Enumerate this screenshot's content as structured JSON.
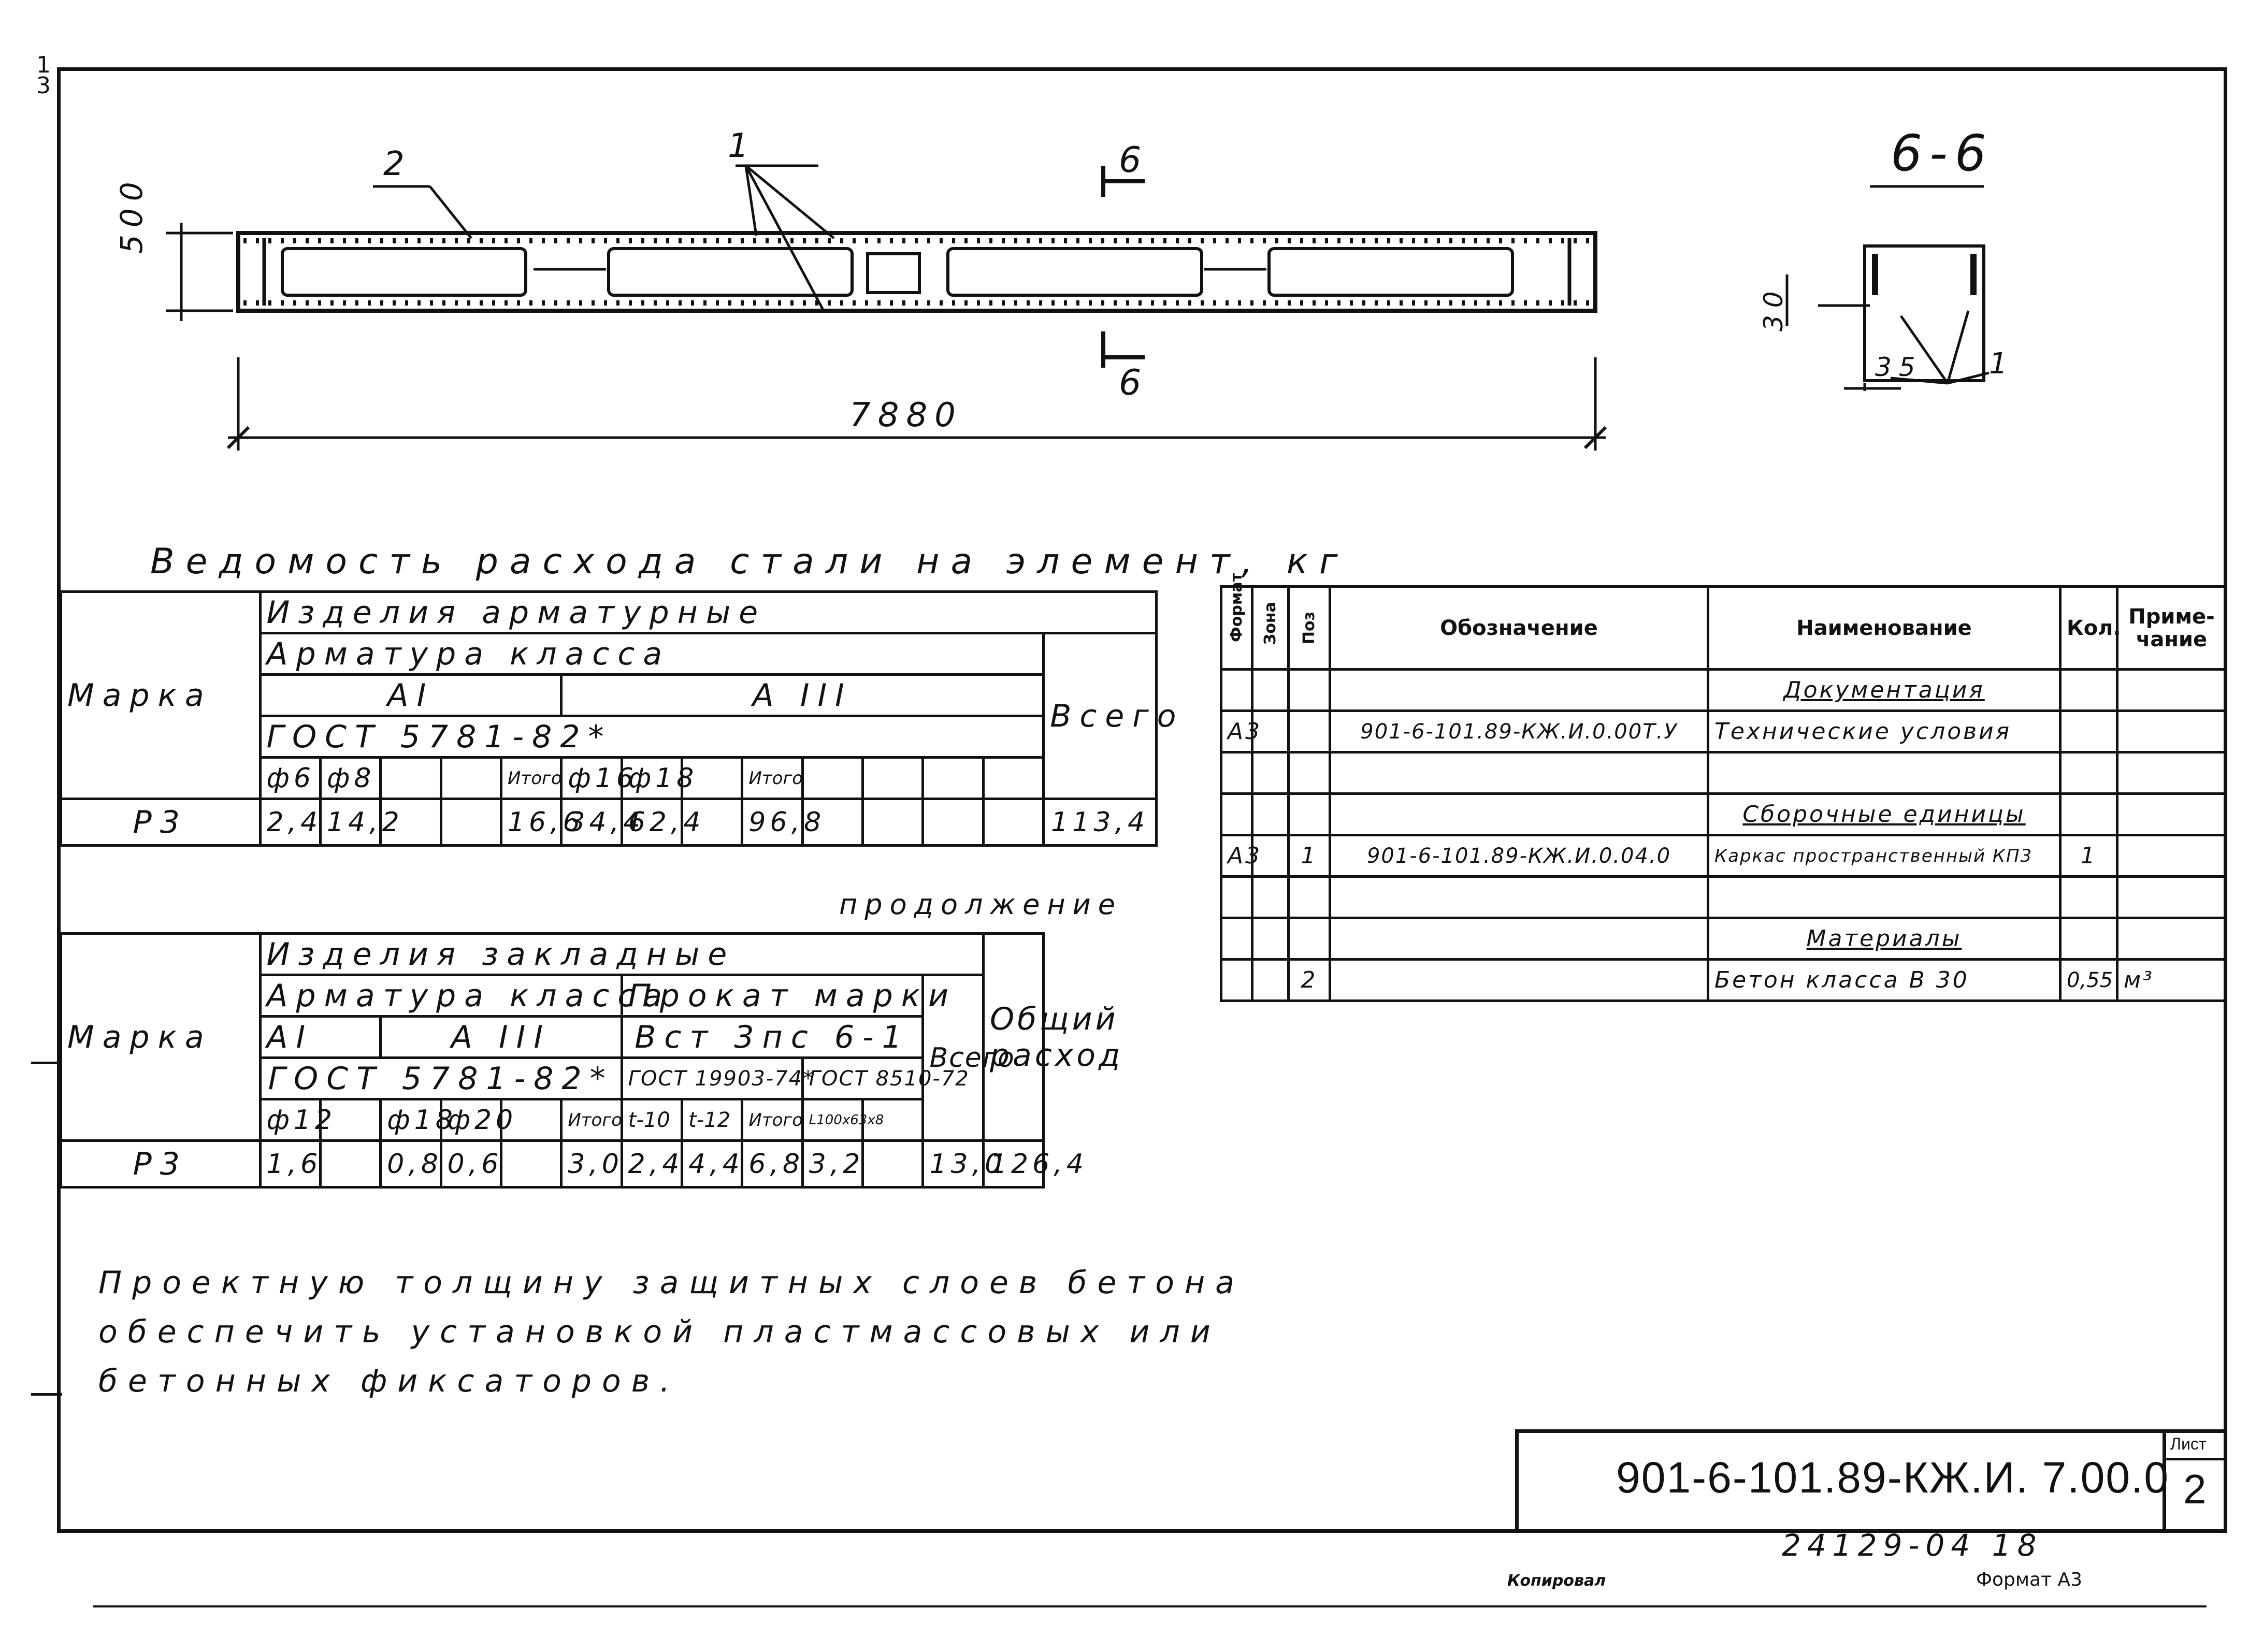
{
  "corner_marks": {
    "top": "1",
    "bottom": "3"
  },
  "drawing": {
    "callout_2": "2",
    "callout_1": "1",
    "section_mark_top": "6",
    "section_mark_bottom": "6",
    "dim_height": "500",
    "dim_length": "7880",
    "section_title": "6-6",
    "section_dim_30": "30",
    "section_dim_35": "35",
    "section_callout_1": "1"
  },
  "steel_sheet": {
    "title": "Ведомость расхода стали на элемент, кг",
    "table1": {
      "marka": "Марка",
      "products": "Изделия арматурные",
      "rebar_class": "Арматура класса",
      "class_a1": "AI",
      "class_a3": "A III",
      "gost": "ГОСТ 5781-82*",
      "total": "Всего",
      "subheads": [
        "ф6",
        "ф8",
        "",
        "",
        "Итого",
        "ф16",
        "ф18",
        "",
        "Итого",
        "",
        "",
        "",
        ""
      ],
      "row": [
        "P3",
        "2,4",
        "14,2",
        "",
        "",
        "16,6",
        "34,4",
        "62,4",
        "",
        "96,8",
        "",
        "",
        "",
        "",
        "113,4"
      ]
    },
    "continuation": "продолжение",
    "table2": {
      "marka": "Марка",
      "products": "Изделия закладные",
      "rebar_class": "Арматура класса",
      "rolled": "Прокат марки",
      "class_a1": "AI",
      "class_a3": "A III",
      "steel_grade": "Вст 3пс 6-1",
      "gost_rebar": "ГОСТ 5781-82*",
      "gost_1": "ГОСТ 19903-74*",
      "gost_2": "ГОСТ 8510-72",
      "total": "Всего",
      "overall": "Общий расход",
      "subheads": [
        "ф12",
        "",
        "ф18",
        "ф20",
        "",
        "Итого",
        "t-10",
        "t-12",
        "Итого",
        "L100x63x8",
        ""
      ],
      "row": [
        "P3",
        "1,6",
        "",
        "0,8",
        "0,6",
        "",
        "3,0",
        "2,4",
        "4,4",
        "6,8",
        "3,2",
        "",
        "13,0",
        "126,4"
      ]
    }
  },
  "note": [
    "Проектную толщину защитных слоев бетона",
    "обеспечить установкой пластмассовых или",
    "бетонных фиксаторов."
  ],
  "spec": {
    "headers": {
      "format": "Формат",
      "zone": "Зона",
      "pos": "Поз",
      "designation": "Обозначение",
      "name": "Наименование",
      "qty": "Кол.",
      "note": "Приме-чание"
    },
    "rows": [
      {
        "format": "",
        "zone": "",
        "pos": "",
        "designation": "",
        "name": "Документация",
        "qty": "",
        "note": "",
        "heading": true
      },
      {
        "format": "A3",
        "zone": "",
        "pos": "",
        "designation": "901-6-101.89-КЖ.И.0.00Т.У",
        "name": "Технические условия",
        "qty": "",
        "note": ""
      },
      {
        "format": "",
        "zone": "",
        "pos": "",
        "designation": "",
        "name": "",
        "qty": "",
        "note": ""
      },
      {
        "format": "",
        "zone": "",
        "pos": "",
        "designation": "",
        "name": "Сборочные единицы",
        "qty": "",
        "note": "",
        "heading": true
      },
      {
        "format": "A3",
        "zone": "",
        "pos": "1",
        "designation": "901-6-101.89-КЖ.И.0.04.0",
        "name": "Каркас пространственный КП3",
        "qty": "1",
        "note": ""
      },
      {
        "format": "",
        "zone": "",
        "pos": "",
        "designation": "",
        "name": "",
        "qty": "",
        "note": ""
      },
      {
        "format": "",
        "zone": "",
        "pos": "",
        "designation": "",
        "name": "Материалы",
        "qty": "",
        "note": "",
        "heading": true
      },
      {
        "format": "",
        "zone": "",
        "pos": "2",
        "designation": "",
        "name": "Бетон класса В 30",
        "qty": "0,55",
        "note": "м³"
      }
    ]
  },
  "title_block": {
    "code": "901-6-101.89-КЖ.И. 7.00.0",
    "sheet_label": "Лист",
    "sheet_no": "2"
  },
  "footer": {
    "inventory": "24129-04 18",
    "copied": "Копировал",
    "format": "Формат А3"
  }
}
